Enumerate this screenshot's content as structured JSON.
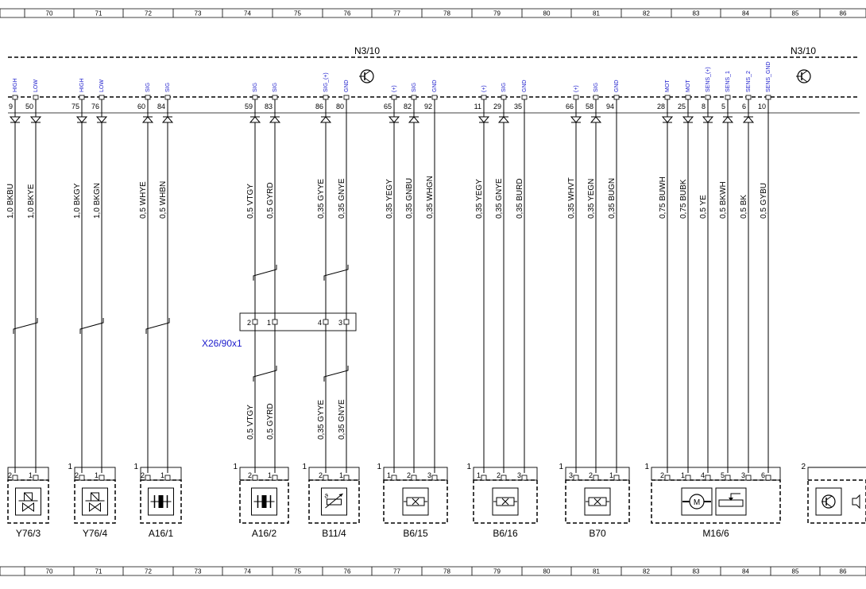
{
  "grid": [
    "70",
    "71",
    "72",
    "73",
    "74",
    "75",
    "76",
    "77",
    "78",
    "79",
    "80",
    "81",
    "82",
    "83",
    "84",
    "85",
    "86"
  ],
  "ecu_labels": [
    "N3/10",
    "N3/10"
  ],
  "pins": [
    {
      "num": "9",
      "sig": "HIGH",
      "dir": "in",
      "wire": "1,0 BKBU",
      "ln": "1,0 BKBU"
    },
    {
      "num": "50",
      "sig": "LOW",
      "dir": "in",
      "wire": "1,0 BKYE",
      "ln": "1,0 BKYE"
    },
    {
      "num": "75",
      "sig": "HIGH",
      "dir": "in",
      "wire": "1,0 BKGY",
      "ln": "1,0 BKGY"
    },
    {
      "num": "76",
      "sig": "LOW",
      "dir": "in",
      "wire": "1,0 BKGN",
      "ln": "1,0 BKGN"
    },
    {
      "num": "60",
      "sig": "SIG",
      "dir": "out",
      "wire": "0,5 WHYE",
      "ln": "0,5 WHYE"
    },
    {
      "num": "84",
      "sig": "SIG",
      "dir": "out",
      "wire": "0,5 WHBN",
      "ln": "0,5 WHBN"
    },
    {
      "num": "59",
      "sig": "SIG",
      "dir": "out",
      "wire": "0,5 VTGY",
      "ln": "0,5 VTGY",
      "lower": "0,5 VTGY"
    },
    {
      "num": "83",
      "sig": "SIG",
      "dir": "out",
      "wire": "0,5 GYRD",
      "ln": "0,5 GYRD",
      "lower": "0,5 GYRD"
    },
    {
      "num": "86",
      "sig": "SIG_(+)",
      "dir": "out",
      "wire": "0,35 GYYE",
      "ln": "0,35 GYYE",
      "lower": "0,35 GYYE"
    },
    {
      "num": "80",
      "sig": "GND",
      "dir": "none",
      "wire": "0,35 GNYE",
      "ln": "0,35 GNYE",
      "lower": "0,35 GNYE"
    },
    {
      "num": "65",
      "sig": "(+)",
      "dir": "in",
      "wire": "0,35 YEGY",
      "ln": "0,35 YEGY"
    },
    {
      "num": "82",
      "sig": "SIG",
      "dir": "out",
      "wire": "0,35 GNBU",
      "ln": "0,35 GNBU"
    },
    {
      "num": "92",
      "sig": "GND",
      "dir": "none",
      "wire": "0,35 WHGN",
      "ln": "0,35 WHGN"
    },
    {
      "num": "11",
      "sig": "(+)",
      "dir": "in",
      "wire": "0,35 YEGY",
      "ln": "0,35 YEGY"
    },
    {
      "num": "29",
      "sig": "SIG",
      "dir": "out",
      "wire": "0,35 GNYE",
      "ln": "0,35 GNYE"
    },
    {
      "num": "35",
      "sig": "GND",
      "dir": "none",
      "wire": "0,35 BURD",
      "ln": "0,35 BURD"
    },
    {
      "num": "66",
      "sig": "(+)",
      "dir": "in",
      "wire": "0,35 WHVT",
      "ln": "0,35 WHVT"
    },
    {
      "num": "58",
      "sig": "SIG",
      "dir": "out",
      "wire": "0,35 YEGN",
      "ln": "0,35 YEGN"
    },
    {
      "num": "94",
      "sig": "GND",
      "dir": "none",
      "wire": "0,35 BUGN",
      "ln": "0,35 BUGN"
    },
    {
      "num": "28",
      "sig": "MOT",
      "dir": "in",
      "wire": "0,75 BUWH",
      "ln": "0,75 BUWH"
    },
    {
      "num": "25",
      "sig": "MOT",
      "dir": "in",
      "wire": "0,75 BUBK",
      "ln": "0,75 BUBK"
    },
    {
      "num": "8",
      "sig": "SENS_(+)",
      "dir": "in",
      "wire": "0,5 YE",
      "ln": "0,5 YE"
    },
    {
      "num": "5",
      "sig": "SENS_1",
      "dir": "out",
      "wire": "0,5 BKWH",
      "ln": "0,5 BKWH"
    },
    {
      "num": "6",
      "sig": "SENS_2",
      "dir": "out",
      "wire": "0,5 BK",
      "ln": "0,5 BK"
    },
    {
      "num": "10",
      "sig": "SENS_GND",
      "dir": "none",
      "wire": "0,5 GYBU",
      "ln": "0,5 GYBU"
    }
  ],
  "connector": {
    "label": "X26/90x1",
    "pins": [
      "2",
      "1",
      "4",
      "3"
    ]
  },
  "components": [
    {
      "name": "Y76/3",
      "corner": "",
      "pins": [
        "2",
        "1"
      ],
      "symbol": "valve"
    },
    {
      "name": "Y76/4",
      "corner": "1",
      "pins": [
        "2",
        "1"
      ],
      "symbol": "valve"
    },
    {
      "name": "A16/1",
      "corner": "1",
      "pins": [
        "2",
        "1"
      ],
      "symbol": "knock"
    },
    {
      "name": "A16/2",
      "corner": "1",
      "pins": [
        "2",
        "1"
      ],
      "symbol": "knock"
    },
    {
      "name": "B11/4",
      "corner": "1",
      "pins": [
        "2",
        "1"
      ],
      "symbol": "temp"
    },
    {
      "name": "B6/15",
      "corner": "1",
      "pins": [
        "1",
        "2",
        "3"
      ],
      "symbol": "hall"
    },
    {
      "name": "B6/16",
      "corner": "1",
      "pins": [
        "1",
        "2",
        "3"
      ],
      "symbol": "hall"
    },
    {
      "name": "B70",
      "corner": "1",
      "pins": [
        "3",
        "2",
        "1"
      ],
      "symbol": "hall"
    },
    {
      "name": "M16/6",
      "corner": "1",
      "pins": [
        "2",
        "1",
        "4",
        "5",
        "3",
        "6"
      ],
      "symbol": "motor"
    },
    {
      "name": "",
      "corner": "2",
      "pins": [],
      "symbol": "ecu"
    }
  ]
}
